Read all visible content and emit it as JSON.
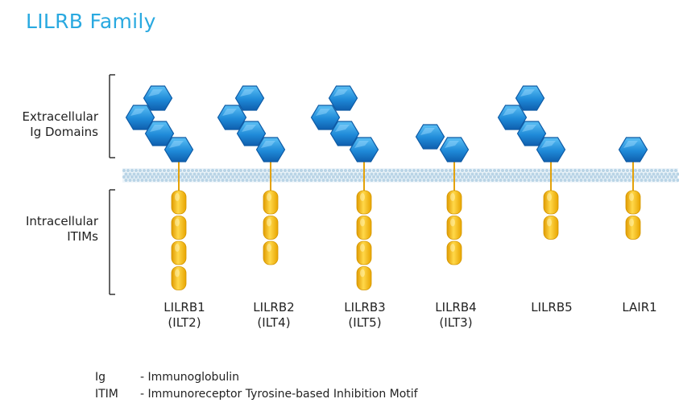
{
  "title": "LILRB Family",
  "labels": {
    "extracellular": [
      "Extracellular",
      "Ig Domains"
    ],
    "intracellular": [
      "Intracellular",
      "ITIMs"
    ]
  },
  "colors": {
    "title": "#29a9e0",
    "ig_domain": "#1f8ad8",
    "itim": "#f2b90d",
    "membrane": "#b9d4e6"
  },
  "receptors": [
    {
      "name": "LILRB1",
      "alias": "(ILT2)",
      "ig_domains": 4,
      "itims": 4
    },
    {
      "name": "LILRB2",
      "alias": "(ILT4)",
      "ig_domains": 4,
      "itims": 3
    },
    {
      "name": "LILRB3",
      "alias": "(ILT5)",
      "ig_domains": 4,
      "itims": 4
    },
    {
      "name": "LILRB4",
      "alias": "(ILT3)",
      "ig_domains": 2,
      "itims": 3
    },
    {
      "name": "LILRB5",
      "alias": "",
      "ig_domains": 4,
      "itims": 2
    },
    {
      "name": "LAIR1",
      "alias": "",
      "ig_domains": 1,
      "itims": 2
    }
  ],
  "legend": [
    {
      "abbr": "Ig",
      "text": "- Immunoglobulin"
    },
    {
      "abbr": "ITIM",
      "text": "- Immunoreceptor Tyrosine-based Inhibition Motif"
    }
  ]
}
